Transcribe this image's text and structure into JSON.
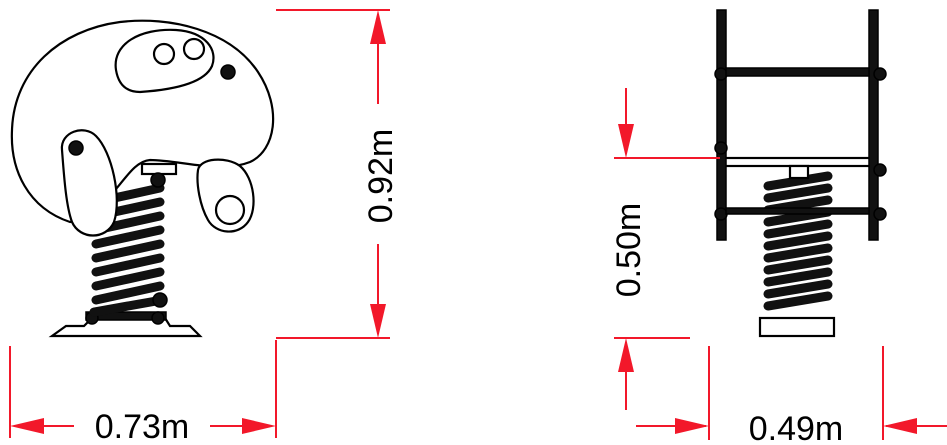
{
  "dimensions": {
    "side_width": "0.73m",
    "side_height": "0.92m",
    "front_width": "0.49m",
    "front_seat_height": "0.50m"
  },
  "colors": {
    "dimension_lines": "#f2182a",
    "outline": "#000000",
    "background": "#ffffff"
  }
}
